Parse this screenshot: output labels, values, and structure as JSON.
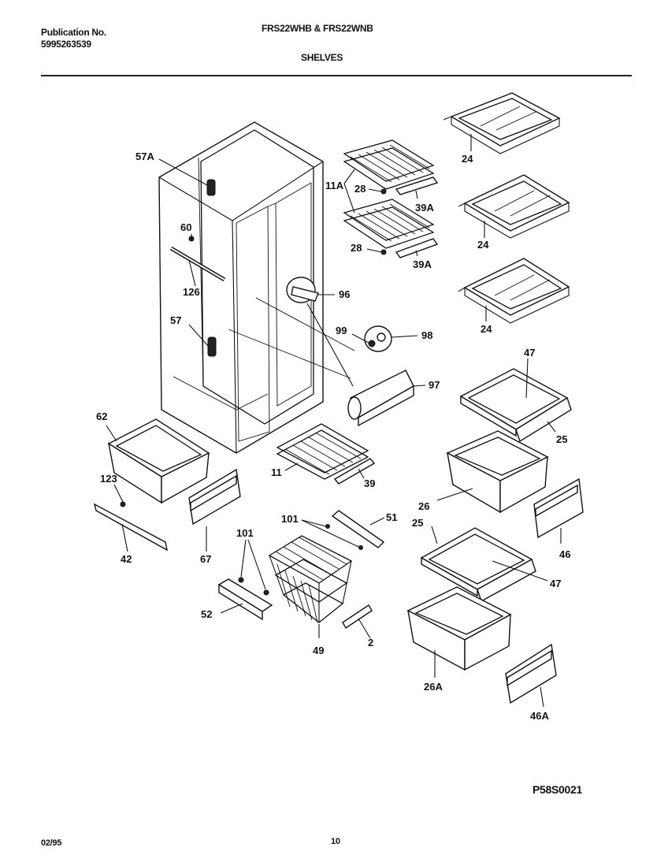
{
  "header": {
    "publication_label": "Publication No.",
    "publication_number": "5995263539",
    "models": "FRS22WHB & FRS22WNB",
    "section": "SHELVES"
  },
  "footer": {
    "date": "02/95",
    "page": "10",
    "drawing_id": "P58S0021"
  },
  "callouts": {
    "c57A": "57A",
    "c60": "60",
    "c126": "126",
    "c57": "57",
    "c11A": "11A",
    "c28a": "28",
    "c39Aa": "39A",
    "c28b": "28",
    "c39Ab": "39A",
    "c96": "96",
    "c99": "99",
    "c98": "98",
    "c97": "97",
    "c24a": "24",
    "c24b": "24",
    "c24c": "24",
    "c47a": "47",
    "c25a": "25",
    "c26": "26",
    "c46": "46",
    "c25b": "25",
    "c47b": "47",
    "c26A": "26A",
    "c46A": "46A",
    "c62": "62",
    "c123": "123",
    "c42": "42",
    "c67": "67",
    "c11": "11",
    "c39": "39",
    "c101a": "101",
    "c51": "51",
    "c101b": "101",
    "c52": "52",
    "c49": "49",
    "c2": "2"
  }
}
